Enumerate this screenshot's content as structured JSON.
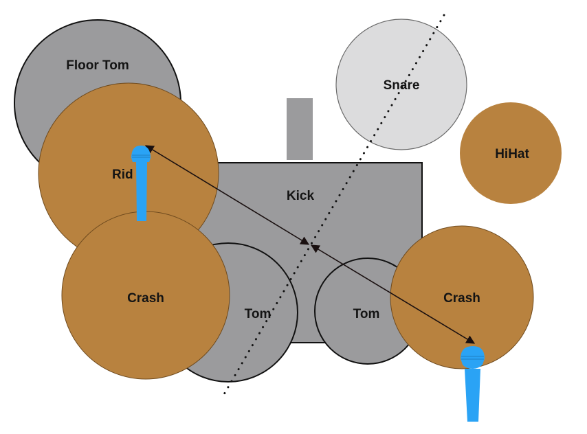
{
  "diagram": {
    "description": "Drum kit top-down layout with microphone placement",
    "colors": {
      "drum_fill": "#9b9b9d",
      "snare_fill": "#dcdcdd",
      "cymbal_fill": "#b8823f",
      "cymbal_stroke": "#6e4a1e",
      "drum_stroke": "#111111",
      "mic": "#2aa3f5",
      "arrow": "#1a1010",
      "dotted_line": "#111111"
    },
    "pieces": [
      {
        "id": "floor-tom",
        "label": "Floor Tom",
        "type": "drum"
      },
      {
        "id": "snare",
        "label": "Snare",
        "type": "snare"
      },
      {
        "id": "kick-stand",
        "label": "",
        "type": "stand"
      },
      {
        "id": "kick",
        "label": "Kick",
        "type": "kick"
      },
      {
        "id": "hihat",
        "label": "HiHat",
        "type": "cymbal"
      },
      {
        "id": "tom-left",
        "label": "Tom",
        "type": "drum"
      },
      {
        "id": "tom-right",
        "label": "Tom",
        "type": "drum"
      },
      {
        "id": "ride",
        "label": "Ride",
        "type": "cymbal",
        "visible_label": "Rid"
      },
      {
        "id": "crash-left",
        "label": "Crash",
        "type": "cymbal"
      },
      {
        "id": "crash-right",
        "label": "Crash",
        "type": "cymbal"
      }
    ],
    "microphones": [
      {
        "id": "mic-left",
        "over": "ride"
      },
      {
        "id": "mic-right",
        "over": "crash-right"
      }
    ],
    "annotations": {
      "distance_arrow": "double-headed arrows from each mic meeting at the midpoint",
      "center_line": "dotted diagonal line through snare and kick"
    }
  }
}
